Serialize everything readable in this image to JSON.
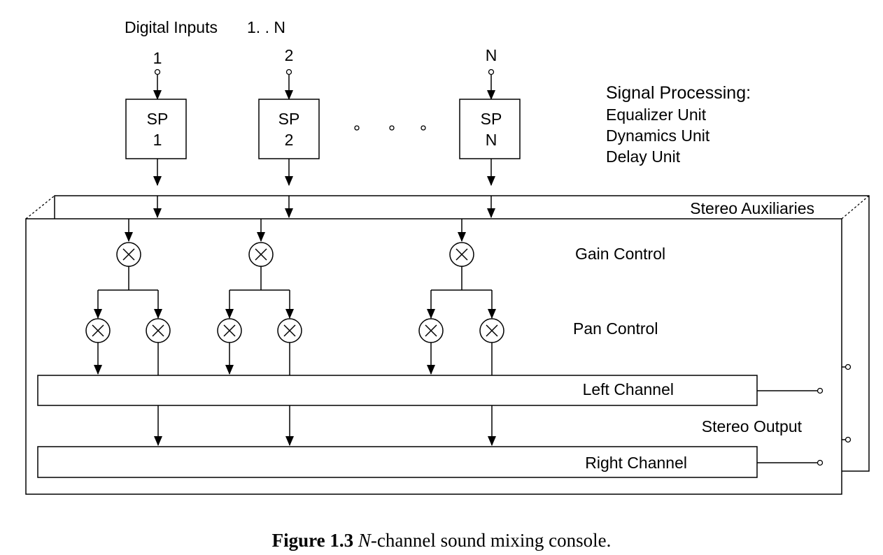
{
  "inputs": {
    "title": "Digital Inputs",
    "range": "1. . N",
    "channels": [
      {
        "input_label": "1",
        "sp_label": "SP",
        "sp_num": "1"
      },
      {
        "input_label": "2",
        "sp_label": "SP",
        "sp_num": "2"
      },
      {
        "input_label": "N",
        "sp_label": "SP",
        "sp_num": "N"
      }
    ]
  },
  "signal_processing": {
    "title": "Signal Processing:",
    "units": [
      "Equalizer Unit",
      "Dynamics Unit",
      "Delay Unit"
    ]
  },
  "labels": {
    "stereo_auxiliaries": "Stereo Auxiliaries",
    "gain_control": "Gain Control",
    "pan_control": "Pan Control",
    "left_channel": "Left Channel",
    "right_channel": "Right Channel",
    "stereo_output": "Stereo Output"
  },
  "caption": {
    "bold": "Figure 1.3",
    "italic": "N",
    "rest": "-channel sound mixing console."
  }
}
